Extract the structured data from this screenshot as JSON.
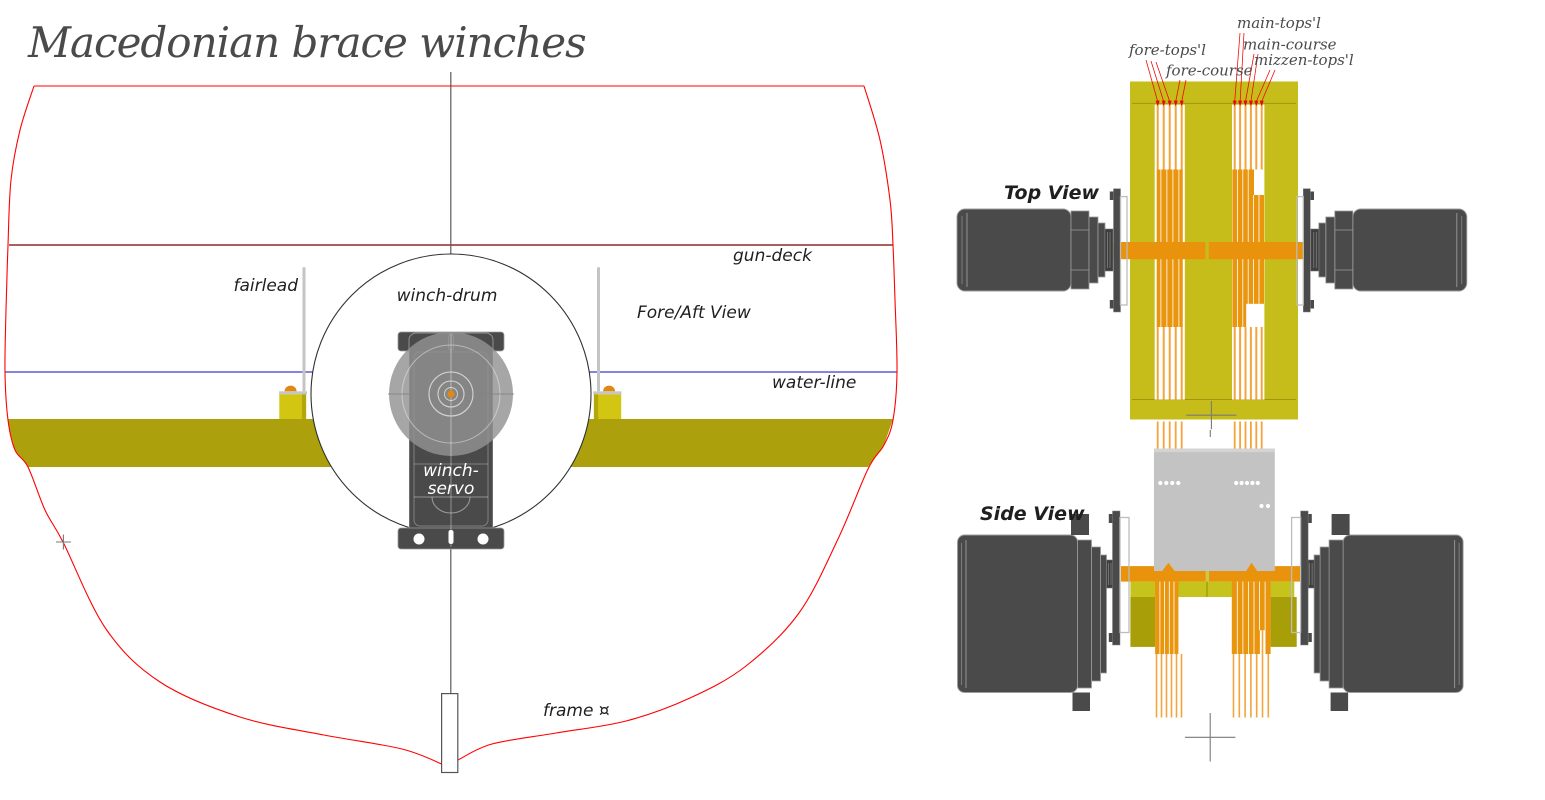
{
  "title": "Macedonian brace winches",
  "colors": {
    "hull_red": "#ff0000",
    "gun_deck": "#8f2a2a",
    "water_line": "#7373d9",
    "band_olive": "#aca00c",
    "block_bright": "#d2c613",
    "block_bevel": "#b4a70b",
    "cap_gray": "#c6c6c6",
    "dome_orange": "#e0880f",
    "board_yellow": "#c6bd1a",
    "strip_bright": "#c6c31d",
    "side_olive": "#a89e08",
    "rope_thin": "#f3a43c",
    "rope_wound": "#ea950e",
    "drum_bar": "#e8930b",
    "servo_dark": "#4a4a4a",
    "servo_line": "#9c9c9c",
    "plate_gray": "#c3c3c3",
    "label_ink": "#1f1f1f",
    "script_ink": "#4a4a4a",
    "title_ink": "#4a4a4a",
    "leader_red": "#f00000",
    "centerline": "#5a5a5a",
    "fairlead_gray": "#c4c4c4",
    "crosshair": "#7a7a7a",
    "keel_outline": "#555555"
  },
  "foreaft_view": {
    "label": "Fore/Aft View",
    "gun_deck_label": "gun-deck",
    "water_line_label": "water-line",
    "fairlead_label": "fairlead",
    "winch_drum_label": "winch-drum",
    "winch_servo_label_line1": "winch-",
    "winch_servo_label_line2": "servo",
    "frame_label": "frame ¤"
  },
  "top_view": {
    "label": "Top View",
    "rigging_labels": {
      "fore_topsl": "fore-tops'l",
      "fore_course": "fore-course",
      "main_topsl": "main-tops'l",
      "main_course": "main-course",
      "mizzen_topsl": "mizzen-tops'l"
    }
  },
  "side_view": {
    "label": "Side View"
  }
}
